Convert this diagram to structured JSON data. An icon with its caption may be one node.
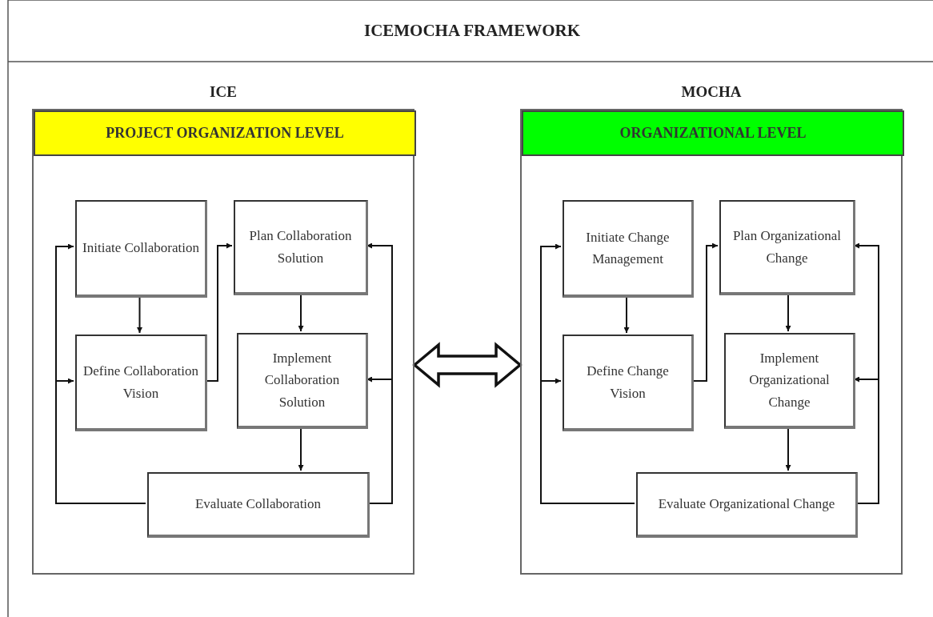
{
  "diagram": {
    "title": "ICEMOCHA FRAMEWORK",
    "nodes": [
      {
        "text": [
          "ICE"
        ]
      },
      {
        "text": [
          "PROJECT ORGANIZATION LEVEL"
        ],
        "in": 0
      },
      {
        "text": [
          "Initiate Collaboration"
        ],
        "in": 0
      },
      {
        "text": [
          "Plan Collaboration Solution"
        ],
        "in": 0
      },
      {
        "text": [
          "Define Collaboration Vision"
        ],
        "in": 0
      },
      {
        "text": [
          "Implement Collaboration Solution"
        ],
        "in": 0
      },
      {
        "text": [
          "Evaluate Collaboration"
        ],
        "in": 0
      },
      {
        "text": [
          "MOCHA"
        ]
      },
      {
        "text": [
          "ORGANIZATIONAL LEVEL"
        ],
        "in": 7
      },
      {
        "text": [
          "Initiate Change Management"
        ],
        "in": 7
      },
      {
        "text": [
          "Plan Organizational Change"
        ],
        "in": 7
      },
      {
        "text": [
          "Define Change Vision"
        ],
        "in": 7
      },
      {
        "text": [
          "Implement Organizational Change"
        ],
        "in": 7
      },
      {
        "text": [
          "Evaluate Organizational Change"
        ],
        "in": 7
      }
    ],
    "edges": [
      {
        "from": 2,
        "to": 4,
        "arrow": "to"
      },
      {
        "from": 4,
        "to": 3,
        "arrow": "to"
      },
      {
        "from": 3,
        "to": 5,
        "arrow": "to"
      },
      {
        "from": 5,
        "to": 6,
        "arrow": "to"
      },
      {
        "from": 6,
        "to": 2,
        "arrow": "to"
      },
      {
        "from": 6,
        "to": 4,
        "arrow": "to"
      },
      {
        "from": 6,
        "to": 3,
        "arrow": "to"
      },
      {
        "from": 6,
        "to": 5,
        "arrow": "to"
      },
      {
        "from": 9,
        "to": 11,
        "arrow": "to"
      },
      {
        "from": 11,
        "to": 10,
        "arrow": "to"
      },
      {
        "from": 10,
        "to": 12,
        "arrow": "to"
      },
      {
        "from": 12,
        "to": 13,
        "arrow": "to"
      },
      {
        "from": 13,
        "to": 9,
        "arrow": "to"
      },
      {
        "from": 13,
        "to": 11,
        "arrow": "to"
      },
      {
        "from": 13,
        "to": 10,
        "arrow": "to"
      },
      {
        "from": 13,
        "to": 12,
        "arrow": "to"
      },
      {
        "from": 0,
        "to": 7,
        "arrow": "both",
        "style": "thick"
      }
    ]
  }
}
